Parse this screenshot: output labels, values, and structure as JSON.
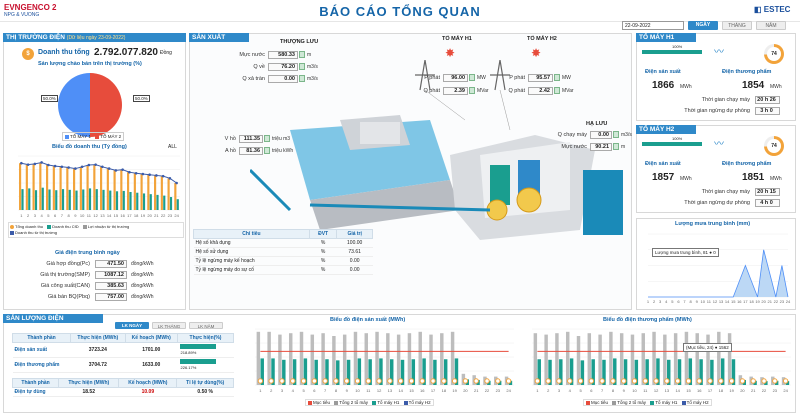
{
  "header": {
    "brand": "EVNGENCO 2",
    "brand_sub": "NPG & VUONG",
    "title": "BÁO CÁO TỔNG QUAN",
    "partner": "ESTEC",
    "date": "22-09-2022",
    "periods": [
      "NGÀY",
      "THÁNG",
      "NĂM"
    ]
  },
  "market": {
    "section": "THỊ TRƯỜNG ĐIỆN",
    "note": "(Dữ liệu ngày 23-09-2022)",
    "revenue_label": "Doanh thu tổng",
    "revenue_value": "2.792.077.820",
    "revenue_unit": "Đồng",
    "pie_title": "Sản lượng chào bán trên thị trường (%)",
    "pie_left": "50.0%",
    "pie_right": "50.0%",
    "pie_legend": [
      "TỔ MÁY 1",
      "TỔ MÁY 2"
    ],
    "chart_title": "Biểu đồ doanh thu (Tỷ đồng)",
    "chart_filter": "ALL",
    "legend": [
      "Tổng doanh thu",
      "Doanh thu CfD",
      "Lợi nhuận từ thị trường",
      "Doanh thu từ thị trường"
    ],
    "price_title": "Giá điện trung bình ngày",
    "prices": [
      {
        "label": "Giá hợp đồng(Pc)",
        "value": "471.50",
        "unit": "đồng/kWh"
      },
      {
        "label": "Giá thị trường(SMP)",
        "value": "1087.12",
        "unit": "đồng/kWh"
      },
      {
        "label": "Giá công suất(CAN)",
        "value": "385.63",
        "unit": "đồng/kWh"
      },
      {
        "label": "Giá bán BQ(Pbq)",
        "value": "757.00",
        "unit": "đồng/kWh"
      }
    ]
  },
  "production": {
    "section": "SẢN XUẤT",
    "upstream": "THƯỢNG LƯU",
    "downstream": "HẠ LƯU",
    "h1": "TỔ MÁY H1",
    "h2": "TỔ MÁY H2",
    "up_fields": [
      {
        "label": "Mực nước",
        "value": "580.33",
        "unit": "m"
      },
      {
        "label": "Q về",
        "value": "76.20",
        "unit": "m3/s"
      },
      {
        "label": "Q xả tràn",
        "value": "0.00",
        "unit": "m3/s"
      }
    ],
    "v_fields": [
      {
        "label": "V hồ",
        "value": "111.35",
        "unit": "triệu m3"
      },
      {
        "label": "A hồ",
        "value": "81.36",
        "unit": "triệu kWh"
      }
    ],
    "h1_fields": [
      {
        "label": "P phát",
        "value": "96.00",
        "unit": "MW"
      },
      {
        "label": "Q phát",
        "value": "2.39",
        "unit": "MVar"
      }
    ],
    "h2_fields": [
      {
        "label": "P phát",
        "value": "95.57",
        "unit": "MW"
      },
      {
        "label": "Q phát",
        "value": "2.42",
        "unit": "MVar"
      }
    ],
    "down_fields": [
      {
        "label": "Q chạy máy",
        "value": "0.00",
        "unit": "m3/s"
      },
      {
        "label": "Mực nước",
        "value": "90.21",
        "unit": "m"
      }
    ],
    "table_head": [
      "Chỉ tiêu",
      "ĐVT",
      "Giá trị"
    ],
    "table_rows": [
      [
        "Hệ số khả dụng",
        "%",
        "100.00"
      ],
      [
        "Hệ số sử dụng",
        "%",
        "73.61"
      ],
      [
        "Tỷ lệ ngừng máy kế hoạch",
        "%",
        "0.00"
      ],
      [
        "Tỷ lệ ngừng máy do sự cố",
        "%",
        "0.00"
      ]
    ]
  },
  "units": [
    {
      "name": "TỔ MÁY H1",
      "pct": "100%",
      "gauge": "74",
      "gauge_pct": 74,
      "gen_label": "Điện sản xuất",
      "gen": "1866",
      "com_label": "Điện thương phẩm",
      "com": "1854",
      "unit": "MWh",
      "run_label": "Thời gian chạy máy",
      "run": "20 h 26",
      "stop_label": "Thời gian ngừng dự phòng",
      "stop": "3 h 0"
    },
    {
      "name": "TỔ MÁY H2",
      "pct": "100%",
      "gauge": "74",
      "gauge_pct": 74,
      "gen_label": "Điện sản xuất",
      "gen": "1857",
      "com_label": "Điện thương phẩm",
      "com": "1851",
      "unit": "MWh",
      "run_label": "Thời gian chạy máy",
      "run": "20 h 15",
      "stop_label": "Thời gian ngừng dự phòng",
      "stop": "4 h 0"
    }
  ],
  "rain": {
    "title": "Lượng mưa trung bình (mm)",
    "tooltip": "Lượng mưa trung bình, 81 ● 0"
  },
  "output": {
    "section": "SẢN LƯỢNG ĐIỆN",
    "tabs": [
      "LK NGÀY",
      "LK THÁNG",
      "LK NĂM"
    ],
    "head": [
      "Thành phần",
      "Thực hiện (MWh)",
      "Kế hoạch (MWh)",
      "Thực hiện(%)"
    ],
    "rows": [
      {
        "name": "Điện sản xuất",
        "actual": "3723.24",
        "plan": "1701.00",
        "pct": "218.89%",
        "pctv": 100
      },
      {
        "name": "Điện thương phẩm",
        "actual": "3704.72",
        "plan": "1633.00",
        "pct": "226.17%",
        "pctv": 100
      }
    ],
    "head2": [
      "Thành phần",
      "Thực hiện (MWh)",
      "Kế hoạch (MWh)",
      "Tỉ lệ tự dùng(%)"
    ],
    "self": {
      "name": "Điện tự dùng",
      "actual": "18.52",
      "plan": "10.09",
      "pct": "0.50 %"
    },
    "chart1_title": "Biểu đồ điện sản xuất (MWh)",
    "chart2_title": "Biểu đồ điện thương phẩm (MWh)",
    "chart_legend": [
      "Mục tiêu",
      "Tổng 2 tổ máy",
      "Tổ máy H1",
      "Tổ máy H2"
    ],
    "tooltip": "(Mục tiêu, 24) ● 1562"
  },
  "chart_data": [
    {
      "type": "bar",
      "name": "revenue",
      "categories": [
        "1",
        "2",
        "3",
        "4",
        "5",
        "6",
        "7",
        "8",
        "9",
        "10",
        "11",
        "12",
        "13",
        "14",
        "15",
        "16",
        "17",
        "18",
        "19",
        "20",
        "21",
        "22",
        "23",
        "24"
      ],
      "series": [
        {
          "name": "Tổng doanh thu",
          "values": [
            130,
            126,
            128,
            132,
            125,
            122,
            120,
            118,
            115,
            120,
            125,
            126,
            120,
            115,
            110,
            112,
            105,
            102,
            100,
            98,
            96,
            94,
            88,
            75
          ]
        },
        {
          "name": "Doanh thu CfD",
          "values": [
            58,
            60,
            55,
            62,
            57,
            55,
            58,
            56,
            54,
            57,
            60,
            58,
            56,
            54,
            52,
            53,
            50,
            48,
            46,
            44,
            42,
            40,
            36,
            30
          ]
        }
      ],
      "ylim": [
        0,
        150
      ]
    },
    {
      "type": "line",
      "name": "rain",
      "x": [
        "1",
        "2",
        "3",
        "4",
        "5",
        "6",
        "7",
        "8",
        "9",
        "10",
        "11",
        "12",
        "13",
        "14",
        "15",
        "16",
        "17",
        "18",
        "19",
        "20",
        "21",
        "22",
        "23",
        "24"
      ],
      "values": [
        0,
        0,
        0,
        0,
        0,
        0,
        0,
        0,
        0,
        0,
        0,
        0,
        0,
        0,
        0,
        2,
        4,
        2,
        0,
        6,
        3,
        0,
        4,
        0
      ],
      "ylim": [
        0,
        8
      ]
    },
    {
      "type": "bar",
      "name": "generation",
      "categories": [
        "1",
        "2",
        "3",
        "4",
        "5",
        "6",
        "7",
        "8",
        "9",
        "10",
        "11",
        "12",
        "13",
        "14",
        "15",
        "16",
        "17",
        "18",
        "19",
        "20",
        "21",
        "22",
        "23",
        "24"
      ],
      "series": [
        {
          "name": "Tổng 2 tổ máy",
          "values": [
            190,
            190,
            180,
            185,
            190,
            180,
            185,
            175,
            180,
            190,
            185,
            190,
            185,
            180,
            185,
            190,
            180,
            185,
            190,
            40,
            35,
            30,
            30,
            30
          ]
        },
        {
          "name": "Tổ máy H1",
          "values": [
            95,
            95,
            90,
            92,
            95,
            90,
            92,
            88,
            90,
            95,
            92,
            95,
            92,
            90,
            92,
            95,
            90,
            92,
            95,
            20,
            18,
            15,
            15,
            15
          ]
        }
      ],
      "target": [
        120,
        120,
        120,
        120,
        120,
        120,
        120,
        120,
        120,
        120,
        120,
        120,
        120,
        120,
        120,
        120,
        120,
        120,
        120,
        120,
        120,
        120,
        120,
        120
      ],
      "ylim": [
        0,
        200
      ]
    },
    {
      "type": "bar",
      "name": "commercial",
      "categories": [
        "1",
        "2",
        "3",
        "4",
        "5",
        "6",
        "7",
        "8",
        "9",
        "10",
        "11",
        "12",
        "13",
        "14",
        "15",
        "16",
        "17",
        "18",
        "19",
        "20",
        "21",
        "22",
        "23",
        "24"
      ],
      "series": [
        {
          "name": "Tổng 2 tổ máy",
          "values": [
            185,
            180,
            185,
            190,
            175,
            185,
            180,
            190,
            185,
            180,
            185,
            190,
            180,
            185,
            190,
            185,
            180,
            190,
            185,
            35,
            30,
            28,
            30,
            28
          ]
        },
        {
          "name": "Tổ máy H1",
          "values": [
            92,
            90,
            92,
            95,
            88,
            92,
            90,
            95,
            92,
            90,
            92,
            95,
            90,
            92,
            95,
            92,
            90,
            95,
            92,
            18,
            15,
            14,
            15,
            14
          ]
        }
      ],
      "target": [
        120,
        120,
        120,
        120,
        120,
        120,
        120,
        120,
        120,
        120,
        120,
        120,
        120,
        120,
        120,
        120,
        120,
        120,
        120,
        120,
        120,
        120,
        120,
        120
      ],
      "ylim": [
        0,
        200
      ]
    }
  ],
  "colors": {
    "accent": "#2f89c9",
    "red": "#e74c3c",
    "blue": "#4f8ff7",
    "teal": "#1a9e8f",
    "gray": "#9a9a9a",
    "orange": "#f2a33a"
  }
}
